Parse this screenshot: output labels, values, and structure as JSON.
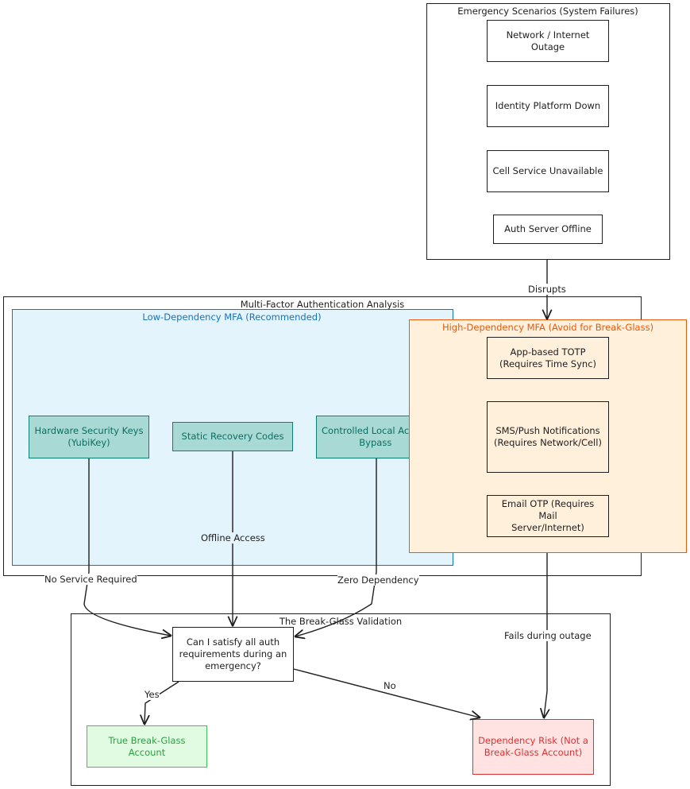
{
  "emergency": {
    "title": "Emergency Scenarios (System Failures)",
    "items": [
      "Network / Internet\nOutage",
      "Identity Platform Down",
      "Cell Service Unavailable",
      "Auth Server Offline"
    ]
  },
  "mfa": {
    "title": "Multi-Factor Authentication Analysis",
    "low": {
      "title": "Low-Dependency MFA (Recommended)",
      "items": [
        "Hardware Security Keys\n(YubiKey)",
        "Static Recovery Codes",
        "Controlled Local Access\nBypass"
      ]
    },
    "high": {
      "title": "High-Dependency MFA (Avoid for Break-Glass)",
      "items": [
        "App-based TOTP\n(Requires Time Sync)",
        "SMS/Push Notifications\n(Requires Network/Cell)",
        "Email OTP (Requires Mail\nServer/Internet)"
      ]
    }
  },
  "validation": {
    "title": "The Break-Glass Validation",
    "question": "Can I satisfy all auth\nrequirements during an\nemergency?",
    "true_account": "True Break-Glass\nAccount",
    "risk": "Dependency Risk (Not a\nBreak-Glass Account)"
  },
  "edges": {
    "disrupts": "Disrupts",
    "no_service": "No Service Required",
    "offline": "Offline Access",
    "zero_dep": "Zero Dependency",
    "fails": "Fails during outage",
    "yes": "Yes",
    "no": "No"
  },
  "colors": {
    "low_fill": "#e3f4fc",
    "low_stroke": "#1971c2",
    "teal_fill": "#a9d9d4",
    "teal_stroke": "#0c8073",
    "teal_text": "#0a6e62",
    "high_fill": "#fff0dc",
    "high_stroke": "#e8590c",
    "green_fill": "#e1fbe2",
    "green_stroke": "#40c057",
    "red_fill": "#ffe3e3",
    "red_stroke": "#e03131"
  }
}
